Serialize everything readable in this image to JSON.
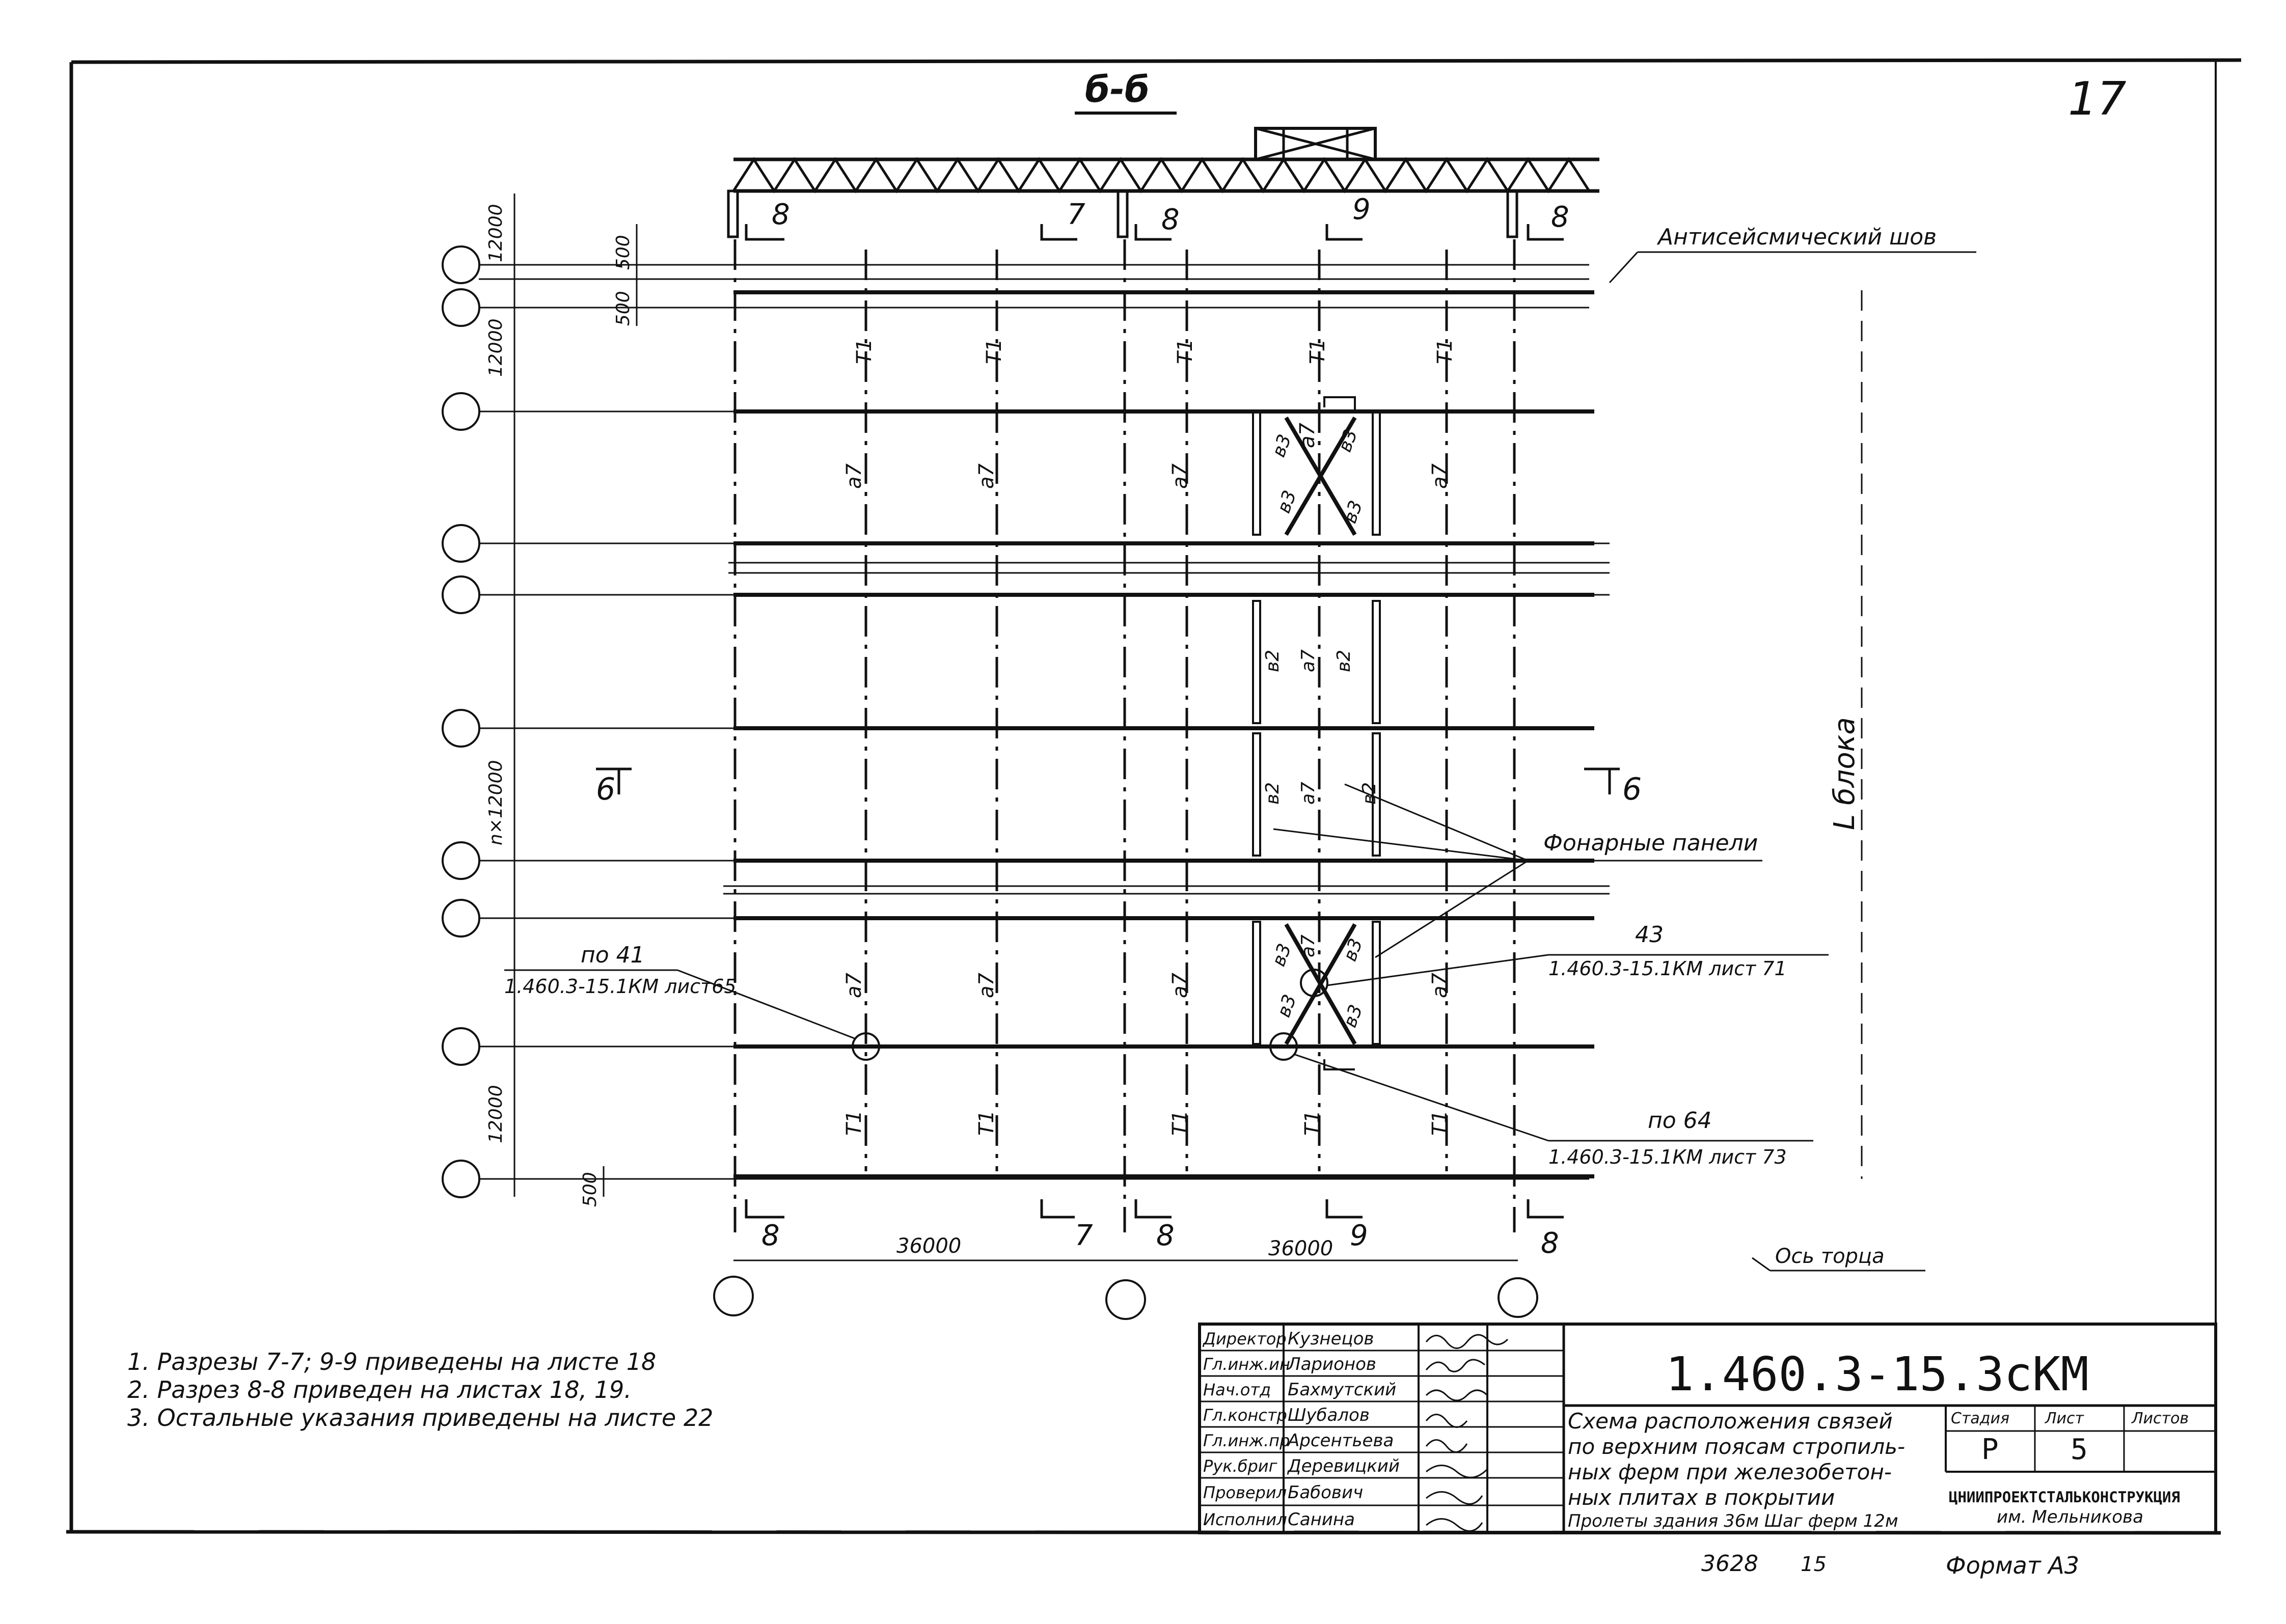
{
  "sheet": {
    "page_number": "17",
    "section_title": "б-б",
    "antiseismic_joint": "Антисейсмический шов",
    "lantern_panels": "Фонарные панели",
    "end_axis": "Ось торца",
    "block_length": "L блока",
    "dims": {
      "d12000": "12000",
      "d500": "500",
      "span_n": "n×12000",
      "span36000": "36000"
    },
    "section_marks": {
      "s6": "6",
      "s7": "7",
      "s8": "8",
      "s9": "9"
    },
    "member_labels": {
      "t1": "Т1",
      "a7": "а7",
      "v3": "в3",
      "v2": "в2"
    },
    "callouts": [
      {
        "node": "по 41",
        "ref": "1.460.3-15.1КМ лист65"
      },
      {
        "node": "43",
        "ref": "1.460.3-15.1КМ лист 71"
      },
      {
        "node": "по 64",
        "ref": "1.460.3-15.1КМ лист 73"
      }
    ]
  },
  "notes": [
    "1. Разрезы 7-7; 9-9 приведены на листе 18",
    "2. Разрез 8-8 приведен на листах 18, 19.",
    "3. Остальные указания приведены на листе 22"
  ],
  "title_block": {
    "code": "1.460.3-15.3сКМ",
    "signatories": [
      {
        "role": "Директор",
        "name": "Кузнецов"
      },
      {
        "role": "Гл.инж.ин",
        "name": "Ларионов"
      },
      {
        "role": "Нач.отд",
        "name": "Бахмутский"
      },
      {
        "role": "Гл.констр",
        "name": "Шубалов"
      },
      {
        "role": "Гл.инж.пр",
        "name": "Арсентьева"
      },
      {
        "role": "Рук.бриг",
        "name": "Деревицкий"
      },
      {
        "role": "Проверил",
        "name": "Бабович"
      },
      {
        "role": "Исполнил",
        "name": "Санина"
      }
    ],
    "description": [
      "Схема расположения связей",
      "по верхним поясам стропиль-",
      "ных ферм при железобетон-",
      "ных плитах в покрытии",
      "Пролеты здания 36м Шаг ферм 12м"
    ],
    "stage_header": "Стадия",
    "sheet_header": "Лист",
    "sheets_header": "Листов",
    "stage": "Р",
    "sheet_no": "5",
    "organization": "ЦНИИПРОЕКТСТАЛЬКОНСТРУКЦИЯ",
    "organization_sub": "им. Мельникова"
  },
  "footer": {
    "inventory": "3628",
    "mark": "15",
    "format": "Формат А3"
  }
}
